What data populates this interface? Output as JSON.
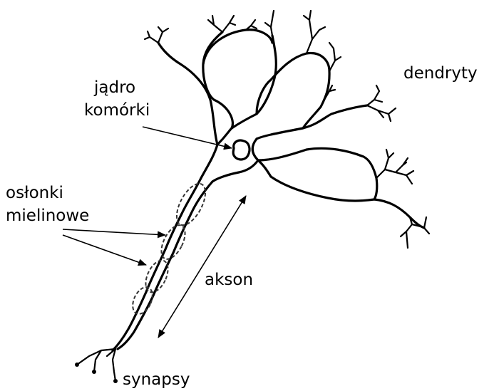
{
  "labels": {
    "dendrites": "dendryty",
    "nucleus_line1": "jądro",
    "nucleus_line2": "komórki",
    "myelin_line1": "osłonki",
    "myelin_line2": "mielinowe",
    "axon": "akson",
    "synapses": "synapsy"
  },
  "colors": {
    "line": "#000000",
    "myelin": "#333333",
    "background": "#ffffff"
  }
}
